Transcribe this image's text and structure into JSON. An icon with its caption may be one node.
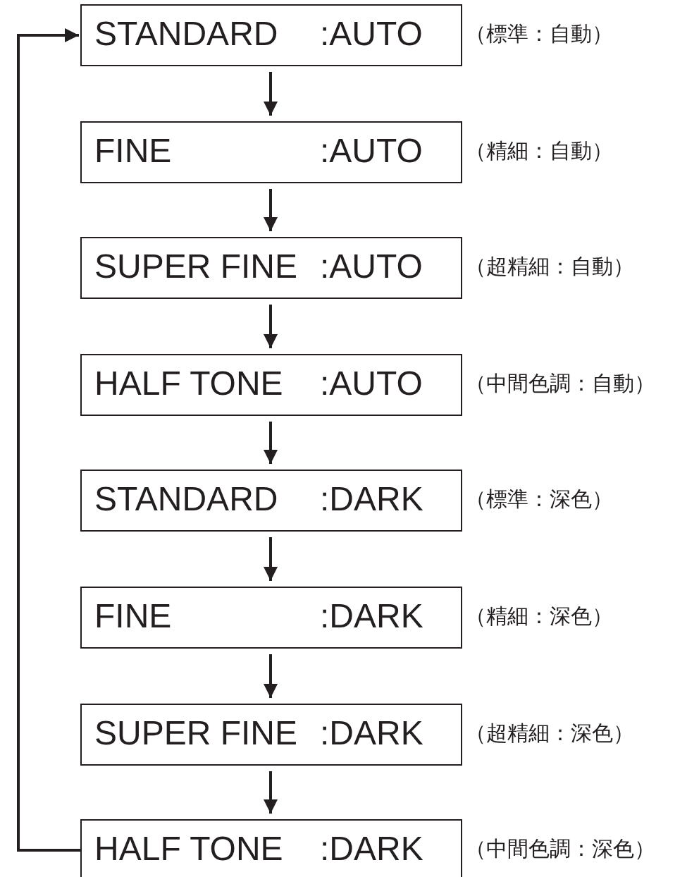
{
  "diagram": {
    "nodes": [
      {
        "text": [
          "STANDARD",
          ":AUTO"
        ],
        "beside": [
          "（標準：自動）"
        ]
      },
      {
        "text": [
          "FINE",
          ":AUTO"
        ],
        "beside": [
          "（精細：自動）"
        ]
      },
      {
        "text": [
          "SUPER FINE",
          ":AUTO"
        ],
        "beside": [
          "（超精細：自動）"
        ]
      },
      {
        "text": [
          "HALF TONE",
          ":AUTO"
        ],
        "beside": [
          "（中間色調：自動）"
        ]
      },
      {
        "text": [
          "STANDARD",
          ":DARK"
        ],
        "beside": [
          "（標準：深色）"
        ]
      },
      {
        "text": [
          "FINE",
          ":DARK"
        ],
        "beside": [
          "（精細：深色）"
        ]
      },
      {
        "text": [
          "SUPER FINE",
          ":DARK"
        ],
        "beside": [
          "（超精細：深色）"
        ]
      },
      {
        "text": [
          "HALF TONE",
          ":DARK"
        ],
        "beside": [
          "（中間色調：深色）"
        ]
      }
    ],
    "edges": [
      {
        "from": 0,
        "to": 1,
        "arrow": "to"
      },
      {
        "from": 1,
        "to": 2,
        "arrow": "to"
      },
      {
        "from": 2,
        "to": 3,
        "arrow": "to"
      },
      {
        "from": 3,
        "to": 4,
        "arrow": "to"
      },
      {
        "from": 4,
        "to": 5,
        "arrow": "to"
      },
      {
        "from": 5,
        "to": 6,
        "arrow": "to"
      },
      {
        "from": 6,
        "to": 7,
        "arrow": "to"
      },
      {
        "from": 7,
        "to": 0,
        "arrow": "to"
      }
    ]
  }
}
